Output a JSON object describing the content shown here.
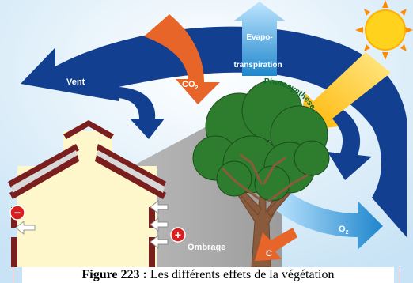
{
  "labels": {
    "vent": "Vent",
    "co2_main": "CO",
    "co2_sub": "2",
    "evapo_line1": "Evapo-",
    "evapo_line2": "transpiration",
    "photosynthese": "Photosynthèse",
    "o2_main": "O",
    "o2_sub": "2",
    "ombrage": "Ombrage",
    "carbon": "C",
    "minus": "−",
    "plus": "+"
  },
  "caption": {
    "figure": "Figure 223 :",
    "text": " Les différents effets  de la végétation"
  },
  "colors": {
    "sky": "#cfe7f6",
    "wind": "#123f8f",
    "co2": "#e8652a",
    "evapo": "#3aa6e0",
    "sun": "#ffd21e",
    "sun_arrow": "#ffc21a",
    "tree": "#2e7d2e",
    "trunk": "#8a5a3c",
    "wall": "#fff7cc",
    "roof": "#7a1e1e",
    "shade": "#a8a8a8",
    "o2": "#1f8fd0",
    "minus_badge": "#d81e1e",
    "plus_badge": "#d81e1e"
  }
}
